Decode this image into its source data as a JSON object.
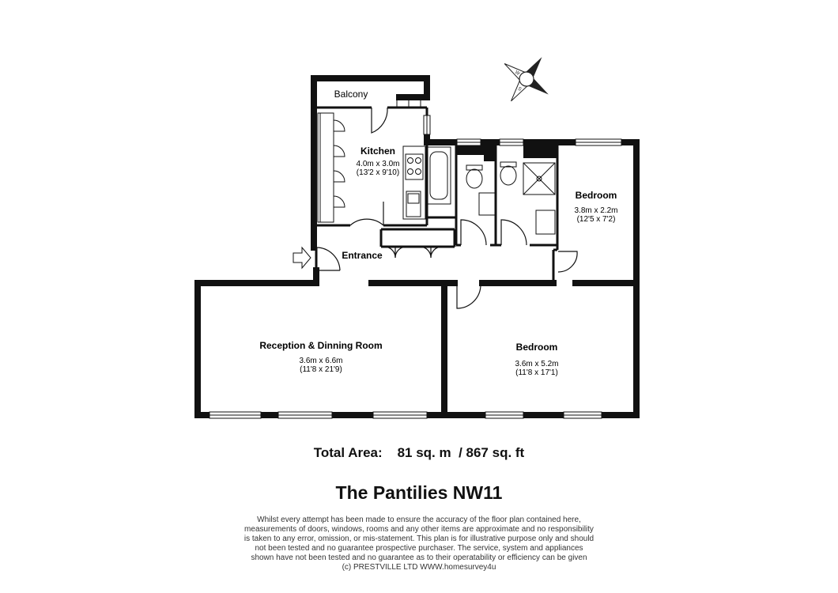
{
  "rooms": {
    "balcony": {
      "name": "Balcony"
    },
    "kitchen": {
      "name": "Kitchen",
      "dim_m": "4.0m x 3.0m",
      "dim_ft": "(13'2 x 9'10)"
    },
    "bedroom_small": {
      "name": "Bedroom",
      "dim_m": "3.8m x 2.2m",
      "dim_ft": "(12'5 x 7'2)"
    },
    "entrance": {
      "name": "Entrance"
    },
    "reception": {
      "name": "Reception & Dinning Room",
      "dim_m": "3.6m x 6.6m",
      "dim_ft": "(11'8 x 21'9)"
    },
    "bedroom_large": {
      "name": "Bedroom",
      "dim_m": "3.6m x 5.2m",
      "dim_ft": "(11'8 x 17'1)"
    }
  },
  "compass": {
    "labels": [
      "N",
      "S",
      "E",
      "W"
    ]
  },
  "total_area": {
    "label": "Total Area:",
    "sqm": "81 sq. m",
    "sqft": "/ 867 sq. ft"
  },
  "title": "The Pantilies NW11",
  "disclaimer": [
    "Whilst every attempt has been made to ensure the accuracy of the floor plan contained here,",
    "measurements of doors, windows, rooms and any other items are approximate and no responsibility",
    "is taken to any error, omission, or mis-statement. This plan is for illustrative purpose only and should",
    "not been tested and no guarantee prospective purchaser. The service, system and appliances",
    "shown have not been tested and no guarantee as to their operatability or efficiency can be given",
    "(c) PRESTVILLE LTD WWW.homesurvey4u"
  ]
}
